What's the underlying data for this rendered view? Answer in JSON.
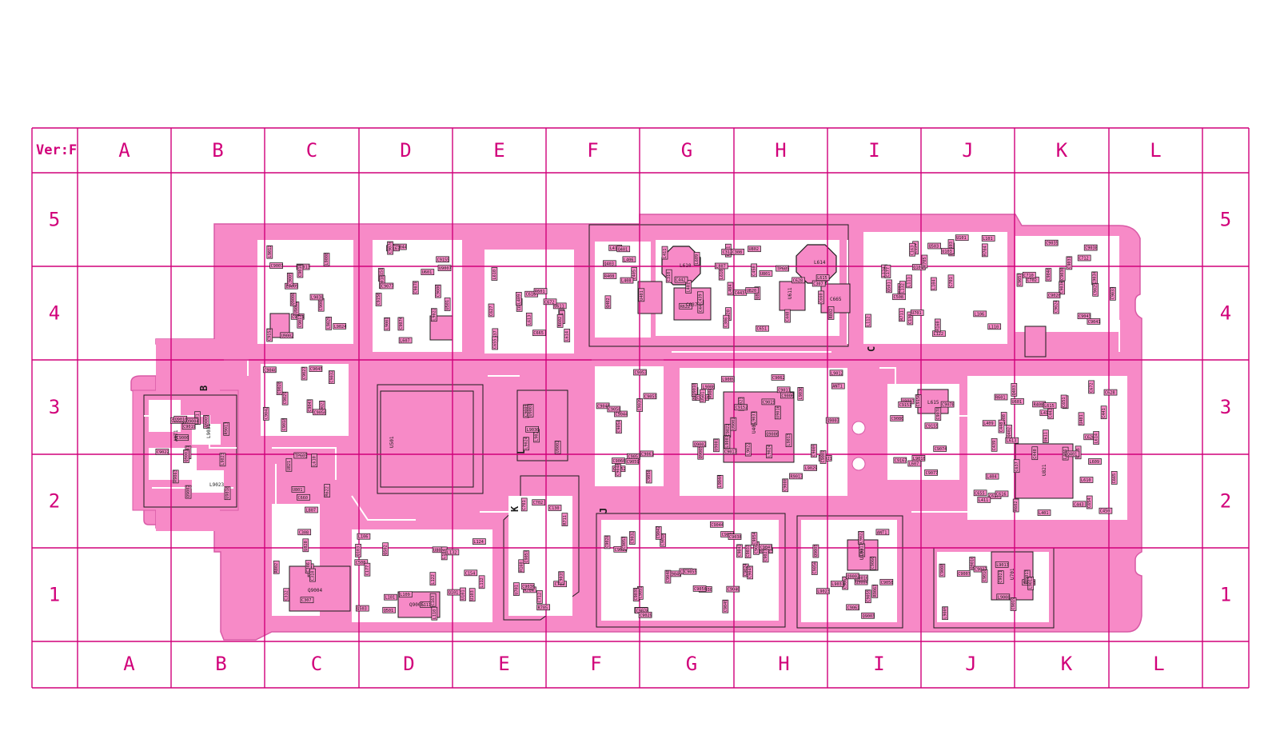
{
  "version_label": "Ver:F",
  "columns": [
    "A",
    "B",
    "C",
    "D",
    "E",
    "F",
    "G",
    "H",
    "I",
    "J",
    "K",
    "L"
  ],
  "rows": [
    "5",
    "4",
    "3",
    "2",
    "1"
  ],
  "colors": {
    "grid": "#d1007a",
    "board": "#f78ac7",
    "copper_line": "#ffffff",
    "outline": "#1a1a1a"
  },
  "region_labels": {
    "B": "B",
    "K": "K",
    "L": "L",
    "J": "J",
    "C": "C"
  },
  "components": [
    {
      "ref": "ANT1"
    },
    {
      "ref": "L9031"
    },
    {
      "ref": "L9023"
    },
    {
      "ref": "R9063"
    },
    {
      "ref": "C9022"
    },
    {
      "ref": "Q9005"
    },
    {
      "ref": "Q9004"
    },
    {
      "ref": "U9016"
    },
    {
      "ref": "Q9002"
    },
    {
      "ref": "Q9003"
    },
    {
      "ref": "C9011"
    },
    {
      "ref": "C9019"
    },
    {
      "ref": "Q9010"
    },
    {
      "ref": "C9006"
    },
    {
      "ref": "R9013"
    },
    {
      "ref": "L9013"
    },
    {
      "ref": "C9021"
    },
    {
      "ref": "C9007"
    },
    {
      "ref": "L9012"
    },
    {
      "ref": "C9008"
    },
    {
      "ref": "L9009"
    },
    {
      "ref": "C9017"
    },
    {
      "ref": "C9016"
    },
    {
      "ref": "L9008"
    },
    {
      "ref": "L9029"
    },
    {
      "ref": "L9024"
    },
    {
      "ref": "L9030"
    },
    {
      "ref": "C9009"
    },
    {
      "ref": "U9001"
    },
    {
      "ref": "U9002"
    },
    {
      "ref": "Q9006"
    },
    {
      "ref": "C9152"
    },
    {
      "ref": "U501"
    },
    {
      "ref": "L9001"
    },
    {
      "ref": "L9044"
    },
    {
      "ref": "L9022"
    },
    {
      "ref": "U9007"
    },
    {
      "ref": "C9167"
    },
    {
      "ref": "C9150"
    },
    {
      "ref": "C9155"
    },
    {
      "ref": "C9151"
    },
    {
      "ref": "L9018"
    },
    {
      "ref": "C9074"
    },
    {
      "ref": "C9076"
    },
    {
      "ref": "C9077"
    },
    {
      "ref": "C9078"
    },
    {
      "ref": "C9080"
    },
    {
      "ref": "L607"
    },
    {
      "ref": "U601"
    },
    {
      "ref": "C637"
    },
    {
      "ref": "L610"
    },
    {
      "ref": "C627"
    },
    {
      "ref": "C628"
    },
    {
      "ref": "C616"
    },
    {
      "ref": "C645"
    },
    {
      "ref": "C654"
    },
    {
      "ref": "L614"
    },
    {
      "ref": "L613"
    },
    {
      "ref": "U611"
    },
    {
      "ref": "C665"
    },
    {
      "ref": "C655"
    },
    {
      "ref": "R601"
    },
    {
      "ref": "C672"
    },
    {
      "ref": "R602"
    },
    {
      "ref": "L409"
    },
    {
      "ref": "L406"
    },
    {
      "ref": "Q403"
    },
    {
      "ref": "L410"
    },
    {
      "ref": "Q401"
    },
    {
      "ref": "Q402"
    },
    {
      "ref": "L405"
    },
    {
      "ref": "L408"
    },
    {
      "ref": "R408"
    },
    {
      "ref": "U401"
    },
    {
      "ref": "L401"
    },
    {
      "ref": "L404"
    },
    {
      "ref": "L411"
    },
    {
      "ref": "C443"
    },
    {
      "ref": "C442"
    },
    {
      "ref": "C441"
    },
    {
      "ref": "C448"
    },
    {
      "ref": "C450"
    },
    {
      "ref": "C440"
    },
    {
      "ref": "C439"
    },
    {
      "ref": "L615"
    },
    {
      "ref": "C628"
    },
    {
      "ref": "L609"
    },
    {
      "ref": "C651"
    },
    {
      "ref": "L610"
    },
    {
      "ref": "C660"
    },
    {
      "ref": "TP605"
    },
    {
      "ref": "R622"
    },
    {
      "ref": "U801"
    },
    {
      "ref": "U821"
    },
    {
      "ref": "L820"
    },
    {
      "ref": "U820"
    },
    {
      "ref": "C312"
    },
    {
      "ref": "C306"
    },
    {
      "ref": "C307"
    },
    {
      "ref": "C308"
    },
    {
      "ref": "L807"
    },
    {
      "ref": "C310"
    },
    {
      "ref": "R802"
    },
    {
      "ref": "U802"
    },
    {
      "ref": "Q501"
    },
    {
      "ref": "Q502"
    },
    {
      "ref": "C508"
    },
    {
      "ref": "Q503"
    },
    {
      "ref": "L104"
    },
    {
      "ref": "L109"
    },
    {
      "ref": "L111"
    },
    {
      "ref": "L110"
    },
    {
      "ref": "L112"
    },
    {
      "ref": "L106"
    },
    {
      "ref": "L101"
    },
    {
      "ref": "Q103"
    },
    {
      "ref": "Q101"
    },
    {
      "ref": "U103"
    },
    {
      "ref": "U101"
    },
    {
      "ref": "L124"
    },
    {
      "ref": "L132"
    },
    {
      "ref": "L122"
    },
    {
      "ref": "C154"
    },
    {
      "ref": "C177"
    },
    {
      "ref": "C163"
    },
    {
      "ref": "C130"
    },
    {
      "ref": "R160"
    },
    {
      "ref": "U701"
    },
    {
      "ref": "R711"
    },
    {
      "ref": "C701"
    },
    {
      "ref": "R704"
    },
    {
      "ref": "R705"
    },
    {
      "ref": "C712"
    },
    {
      "ref": "C702"
    },
    {
      "ref": "C710"
    },
    {
      "ref": "C9057"
    },
    {
      "ref": "C9035"
    },
    {
      "ref": "C9036"
    },
    {
      "ref": "C9034"
    },
    {
      "ref": "C9038"
    },
    {
      "ref": "C9041"
    },
    {
      "ref": "C9046"
    },
    {
      "ref": "C9043"
    },
    {
      "ref": "C9024"
    },
    {
      "ref": "C9025"
    },
    {
      "ref": "C9026"
    },
    {
      "ref": "C9030"
    },
    {
      "ref": "C9031"
    },
    {
      "ref": "C9033"
    },
    {
      "ref": "C9018"
    },
    {
      "ref": "C9023"
    },
    {
      "ref": "C9032"
    },
    {
      "ref": "C9042"
    },
    {
      "ref": "C9045"
    },
    {
      "ref": "C9028"
    },
    {
      "ref": "C9040"
    },
    {
      "ref": "C9047"
    },
    {
      "ref": "C9029"
    },
    {
      "ref": "C9027"
    },
    {
      "ref": "C9050"
    },
    {
      "ref": "C9052"
    },
    {
      "ref": "C9053"
    },
    {
      "ref": "C9054"
    },
    {
      "ref": "C9051"
    },
    {
      "ref": "C9055"
    },
    {
      "ref": "C9039"
    },
    {
      "ref": "C9044"
    },
    {
      "ref": "C9048"
    },
    {
      "ref": "C9049"
    },
    {
      "ref": "C9056"
    },
    {
      "ref": "C9058"
    },
    {
      "ref": "C9059"
    },
    {
      "ref": "C9060"
    },
    {
      "ref": "C9061"
    },
    {
      "ref": "C9062"
    }
  ]
}
